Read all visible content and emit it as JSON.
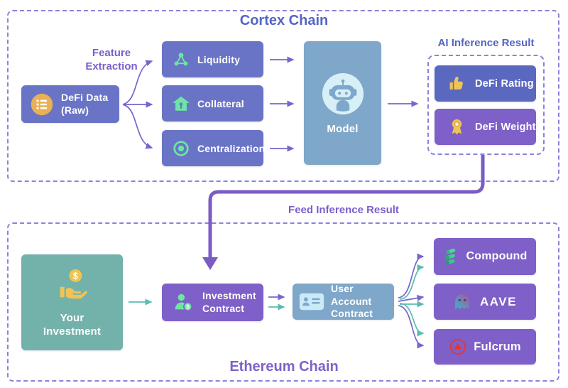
{
  "colors": {
    "indigo_box": "#6A74C7",
    "indigo_dark_box": "#5A68BF",
    "steel_blue_box": "#7FA7C9",
    "purple_box": "#7E60C8",
    "teal_box": "#73B2AA",
    "green_icon": "#6CE6A2",
    "orange_icon": "#E9B153",
    "yellow_icon": "#EFC455",
    "light_blue_icon": "#D7F0F8",
    "dashed_border": "#8C82DB",
    "arrow_purple": "#7766CC",
    "arrow_teal": "#59BCAD",
    "feed_arrow_purple": "#7A5CC4",
    "fulcrum_red": "#E63430",
    "title_indigo": "#5565C4",
    "title_purple": "#7A5FCB"
  },
  "glyphs": {
    "dollar": "$"
  },
  "cortex": {
    "title": "Cortex Chain",
    "feature_extraction_label": "Feature Extraction",
    "defi_data": {
      "line1": "DeFi Data",
      "line2": "(Raw)",
      "icon": "list-icon"
    },
    "features": [
      {
        "label": "Liquidity",
        "icon": "molecule-icon"
      },
      {
        "label": "Collateral",
        "icon": "house-icon"
      },
      {
        "label": "Centralization",
        "icon": "target-icon"
      }
    ],
    "model": {
      "label": "Model",
      "icon": "robot-icon"
    },
    "ai_result": {
      "title": "AI Inference Result",
      "items": [
        {
          "label": "DeFi Rating",
          "icon": "thumbs-up-icon"
        },
        {
          "label": "DeFi Weight",
          "icon": "medal-icon"
        }
      ]
    }
  },
  "feed": {
    "label": "Feed Inference Result"
  },
  "ethereum": {
    "title": "Ethereum Chain",
    "your_investment": {
      "line1": "Your",
      "line2": "Investment",
      "icon": "hand-coin-icon"
    },
    "investment_contract": {
      "line1": "Investment",
      "line2": "Contract",
      "icon": "person-coin-icon"
    },
    "user_account_contract": {
      "line1": "User Account",
      "line2": "Contract",
      "icon": "id-card-icon"
    },
    "protocols": [
      {
        "name": "Compound",
        "icon": "compound-logo"
      },
      {
        "name": "AAVE",
        "icon": "aave-ghost-logo"
      },
      {
        "name": "Fulcrum",
        "icon": "fulcrum-logo"
      }
    ]
  }
}
